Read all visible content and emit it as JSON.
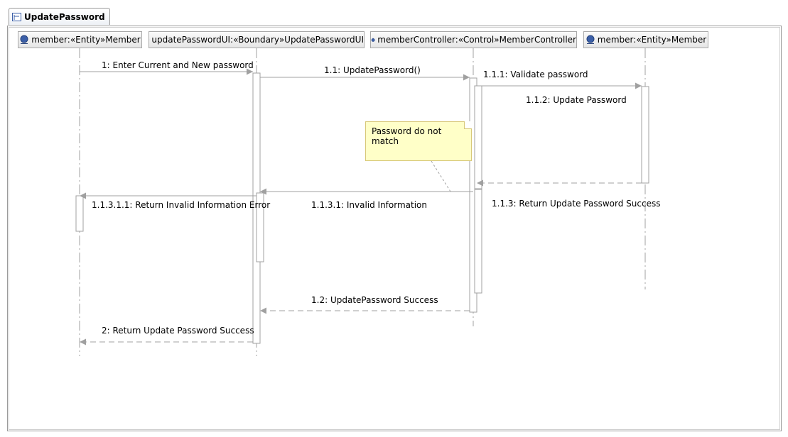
{
  "tab": {
    "title": "UpdatePassword",
    "icon": "sequence-diagram-icon"
  },
  "lifelines": [
    {
      "label": "member:«Entity»Member",
      "icon": "entity-icon"
    },
    {
      "label": "updatePasswordUI:«Boundary»UpdatePasswordUI",
      "icon": "boundary-icon"
    },
    {
      "label": "memberController:«Control»MemberController",
      "icon": "control-icon"
    },
    {
      "label": "member:«Entity»Member",
      "icon": "entity-icon"
    }
  ],
  "messages": [
    {
      "label": "1: Enter Current and New password",
      "kind": "call"
    },
    {
      "label": "1.1: UpdatePassword()",
      "kind": "call"
    },
    {
      "label": "1.1.1: Validate password",
      "kind": "call"
    },
    {
      "label": "1.1.2: Update Password",
      "kind": "call"
    },
    {
      "label": "1.1.3: Return Update Password Success",
      "kind": "return"
    },
    {
      "label": "1.1.3.1: Invalid Information",
      "kind": "call"
    },
    {
      "label": "1.1.3.1.1: Return Invalid Information Error",
      "kind": "call"
    },
    {
      "label": "1.2: UpdatePassword Success",
      "kind": "return"
    },
    {
      "label": "2: Return Update Password Success",
      "kind": "return"
    }
  ],
  "note": {
    "text": "Password do not match"
  },
  "colors": {
    "line": "#a0a0a0",
    "note_fill": "#ffffc8",
    "note_border": "#d8c878",
    "icon_blue": "#3b5fa8"
  }
}
